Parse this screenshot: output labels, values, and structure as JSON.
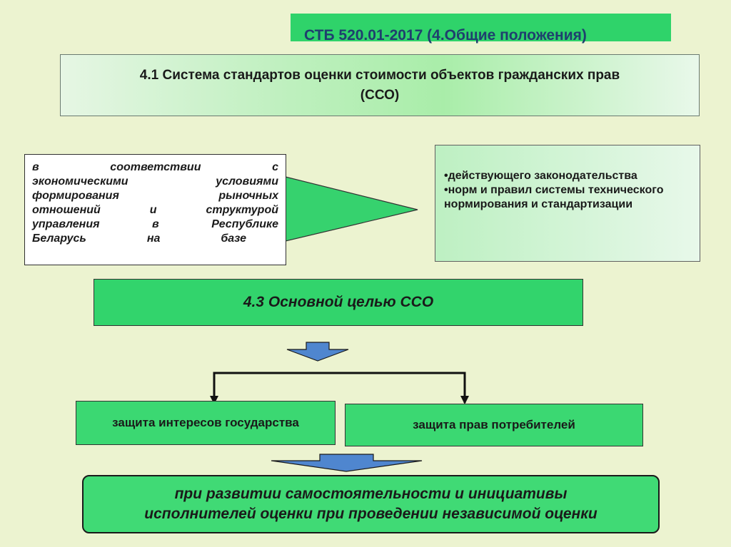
{
  "title": {
    "mark": " ",
    "text": "СТБ 520.01-2017 (4.Общие положения)"
  },
  "section_41": {
    "line1": "4.1 Система стандартов оценки стоимости объектов гражданских прав",
    "line2": "(ССО)"
  },
  "left_box": {
    "lines": [
      "в соответствии с",
      "экономическими условиями",
      "формирования рыночных",
      "отношений и структурой",
      "управления в Республике",
      "Беларусь на базе"
    ]
  },
  "right_box": {
    "items": [
      "•действующего законодательства",
      "•норм и правил системы технического нормирования и стандартизации"
    ]
  },
  "section_43": {
    "label": "4.3 Основной целью ССО"
  },
  "goal_state": {
    "label": "защита интересов государства"
  },
  "goal_consumer": {
    "label": "защита прав потребителей"
  },
  "conclusion": {
    "line1": "при развитии самостоятельности и инициативы",
    "line2": "исполнителей оценки при проведении независимой оценки"
  },
  "colors": {
    "background": "#ecf3d0",
    "green_box": "#32d46c",
    "title_text": "#1f3f6e",
    "arrow_blue": "#4f86cf"
  }
}
